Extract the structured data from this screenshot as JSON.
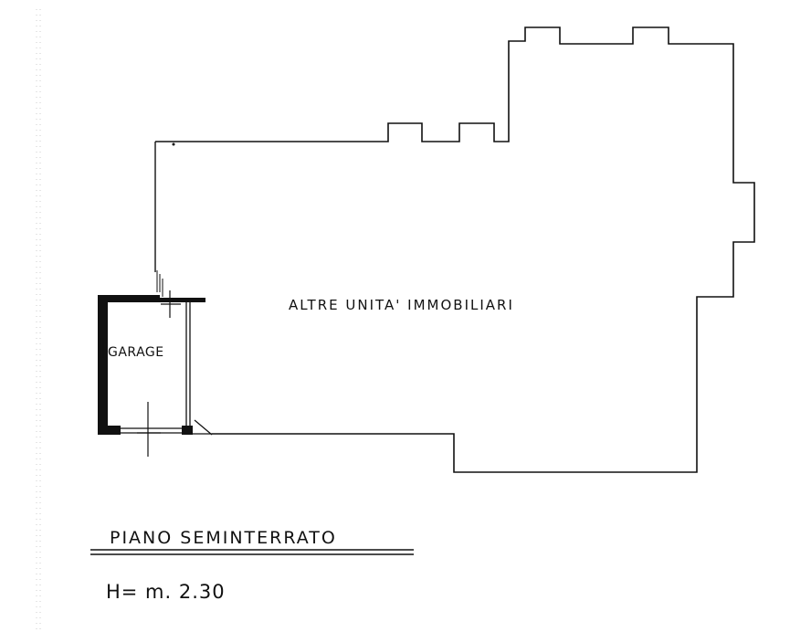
{
  "plan": {
    "units_label": "ALTRE UNITA' IMMOBILIARI",
    "garage_label": "GARAGE",
    "floor_title": "PIANO SEMINTERRATO",
    "height_label": "H= m. 2.30"
  },
  "colors": {
    "ink": "#111111",
    "paper": "#ffffff",
    "margin_dots": "#cccccc"
  }
}
